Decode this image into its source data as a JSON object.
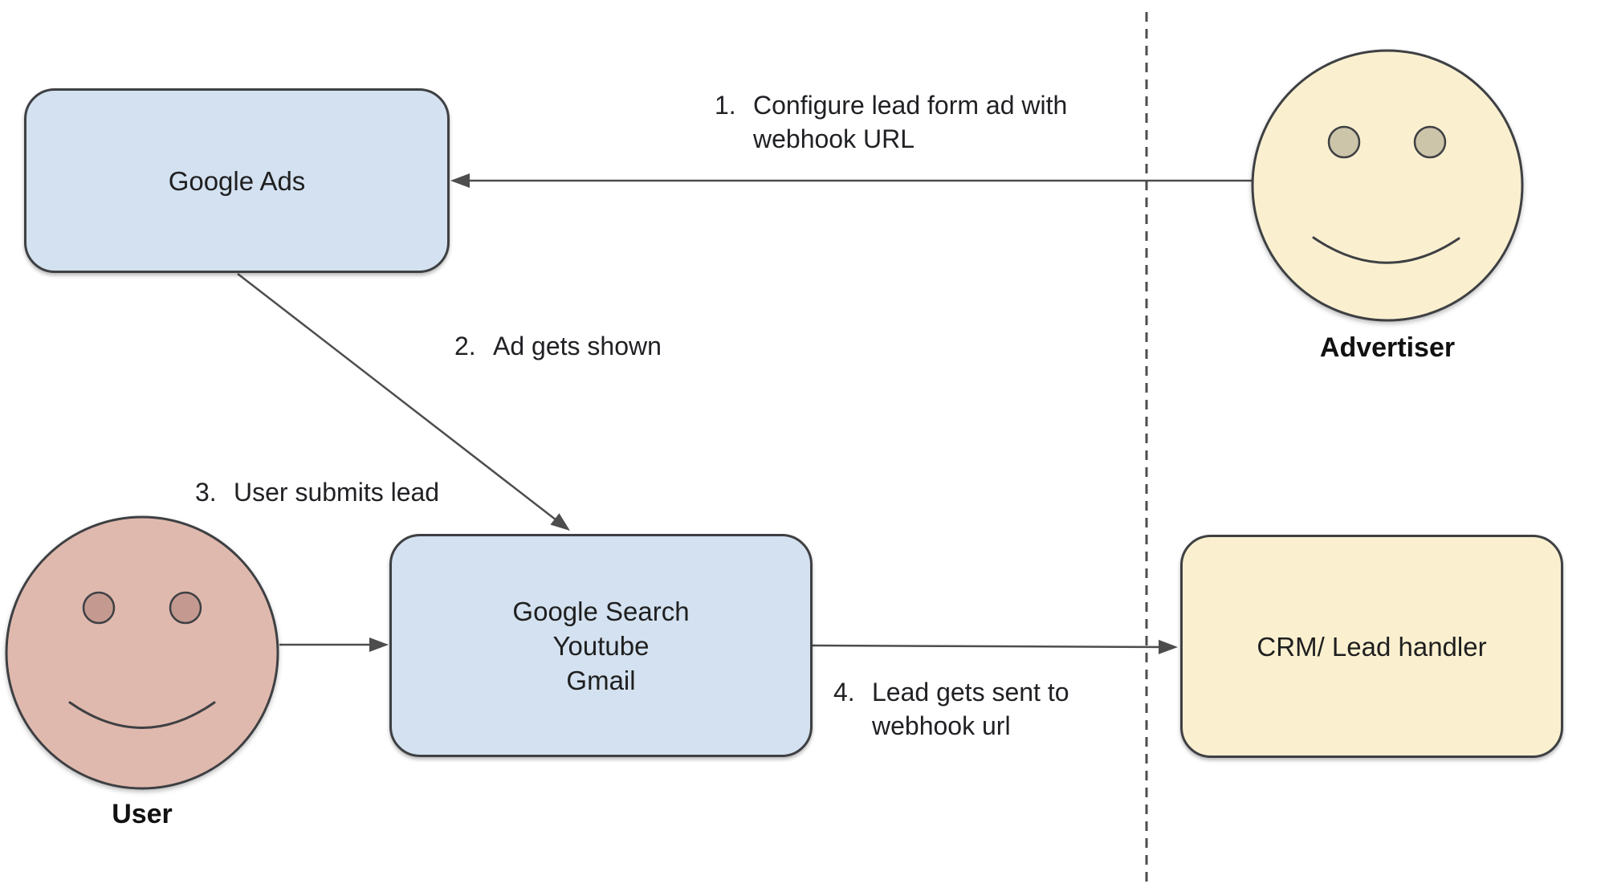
{
  "diagram": {
    "nodes": {
      "google_ads": {
        "label": "Google Ads"
      },
      "google_properties": {
        "lines": [
          "Google Search",
          "Youtube",
          "Gmail"
        ]
      },
      "crm": {
        "label": "CRM/ Lead handler"
      }
    },
    "actors": {
      "advertiser": {
        "label": "Advertiser"
      },
      "user": {
        "label": "User"
      }
    },
    "steps": [
      {
        "num": "1.",
        "lines": [
          "Configure lead form ad with",
          "webhook URL"
        ]
      },
      {
        "num": "2.",
        "lines": [
          "Ad gets shown"
        ]
      },
      {
        "num": "3.",
        "lines": [
          "User submits lead"
        ]
      },
      {
        "num": "4.",
        "lines": [
          "Lead gets sent to",
          "webhook url"
        ]
      }
    ],
    "colors": {
      "node_blue": "#d3e1f0",
      "node_yellow": "#faf0d0",
      "face_advertiser": "#faf0d0",
      "face_user": "#e0b9ae",
      "eye_advertiser": "#cdc5a9",
      "eye_user": "#c49a90",
      "shape_stroke": "#3e4043",
      "arrow_stroke": "#4d4d4d",
      "text": "#202124"
    }
  }
}
